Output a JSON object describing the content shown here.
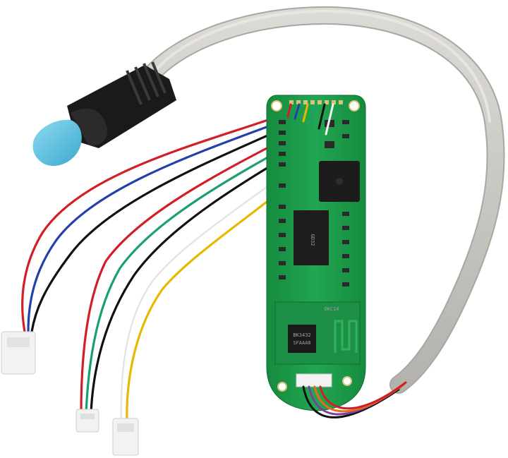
{
  "photo": {
    "subject": "scooter-dashboard-circuit-board-with-cable",
    "background_color": "#ffffff",
    "pcb_color": "#1f9a4b",
    "cable_color": "#c9c7c2",
    "connector_body_color": "#1a1a1a",
    "connector_tip_color": "#5fc6e6",
    "wire_colors": [
      "#d21f25",
      "#2340a8",
      "#111111",
      "#1aa06e",
      "#f2f2f2",
      "#e8b800",
      "#7a3fa0",
      "#e86a1a"
    ]
  },
  "chip_labels": {
    "main_mcu": "GD32",
    "ble_module_line1": "BK3432",
    "ble_module_line2": "SFAAA0",
    "board_code": "DKC14"
  }
}
